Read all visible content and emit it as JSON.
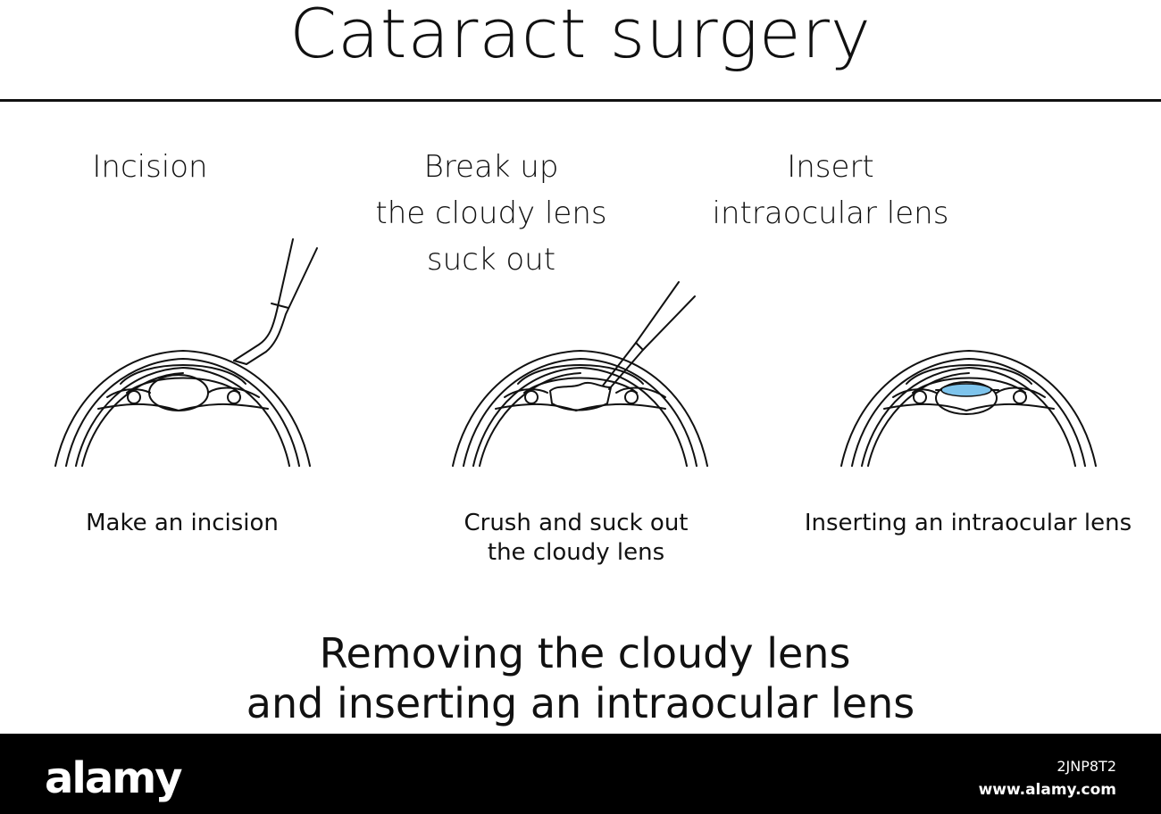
{
  "title": "Cataract surgery",
  "steps": [
    {
      "heading": [
        "Incision"
      ],
      "caption": [
        "Make an incision"
      ]
    },
    {
      "heading": [
        "Break up",
        "the cloudy lens",
        "suck out"
      ],
      "caption": [
        "Crush and suck out",
        "the cloudy lens"
      ]
    },
    {
      "heading": [
        "Insert",
        "intraocular lens"
      ],
      "caption": [
        "Inserting an intraocular lens"
      ]
    }
  ],
  "summary": [
    "Removing the cloudy lens",
    "and inserting an intraocular lens"
  ],
  "footer": {
    "brand": "alamy",
    "image_id": "2JNP8T2",
    "site": "www.alamy.com"
  },
  "colors": {
    "intraocular_lens": "#7ec4ec",
    "line": "#111111",
    "footer_bg": "#000000"
  }
}
